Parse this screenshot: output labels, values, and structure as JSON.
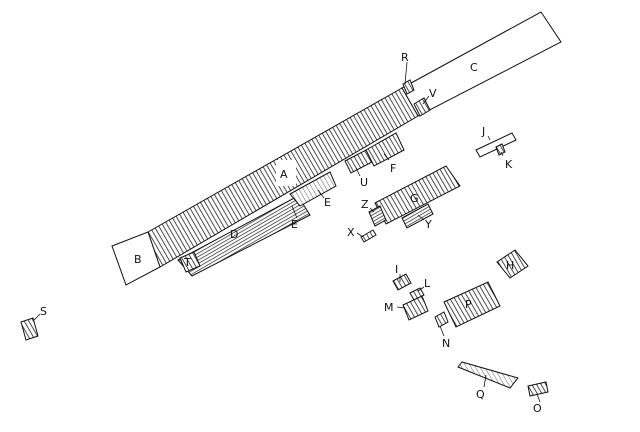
{
  "labels": {
    "A": "A",
    "B": "B",
    "C": "C",
    "D": "D",
    "E1": "E",
    "E2": "E",
    "F": "F",
    "G": "G",
    "H": "H",
    "I": "I",
    "J": "J",
    "K": "K",
    "L": "L",
    "M": "M",
    "N": "N",
    "O": "O",
    "P": "P",
    "Q": "Q",
    "R": "R",
    "S": "S",
    "T": "T",
    "U": "U",
    "V": "V",
    "X": "X",
    "Y": "Y",
    "Z": "Z"
  }
}
